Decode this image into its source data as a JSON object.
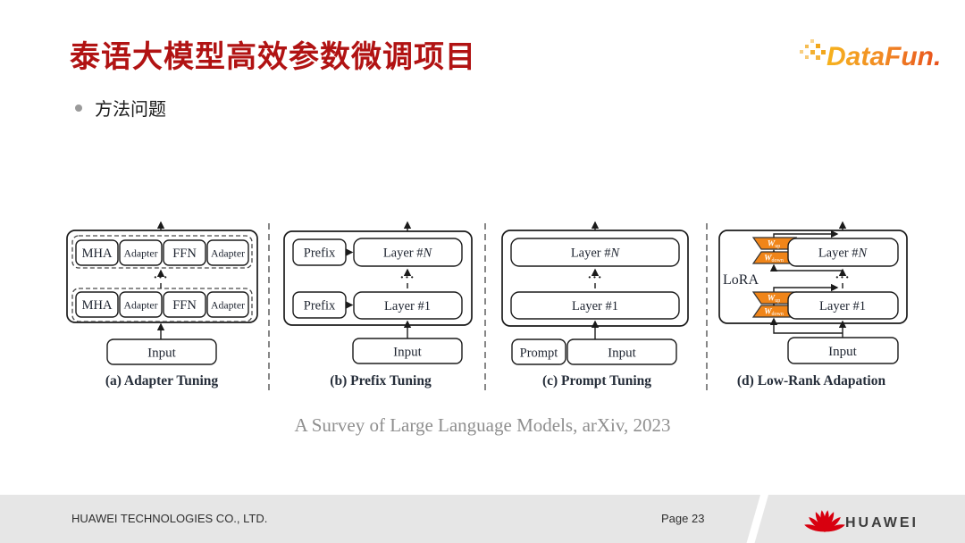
{
  "header": {
    "title": "泰语大模型高效参数微调项目",
    "logo_text": "DataFun."
  },
  "bullet": {
    "text": "方法问题"
  },
  "figure": {
    "labels": {
      "mha": "MHA",
      "adapter": "Adapter",
      "ffn": "FFN",
      "prefix": "Prefix",
      "prompt": "Prompt",
      "input": "Input",
      "layer_prefix": "Layer #",
      "layer_n": "N",
      "layer_1": "Layer #1",
      "lora": "LoRA",
      "w": "W",
      "w_up_sub": "up",
      "w_down_sub": "down",
      "dots": "···"
    },
    "captions": [
      "(a) Adapter Tuning",
      "(b) Prefix Tuning",
      "(c) Prompt Tuning",
      "(d) Low-Rank Adapation"
    ],
    "source": "A Survey of Large Language Models, arXiv, 2023"
  },
  "footer": {
    "company": "HUAWEI TECHNOLOGIES CO., LTD.",
    "page": "Page 23",
    "brand": "HUAWEI"
  },
  "colors": {
    "title_red": "#B11313",
    "adapter_green": "#D9E8C6",
    "prefix_pink": "#F7ACA4",
    "prompt_yellow": "#F6D77C",
    "lora_orange": "#F08519",
    "huawei_red": "#D8000F",
    "datafun_gradient_start": "#F6B31E",
    "datafun_gradient_end": "#E84E1B",
    "footer_gray": "#E6E6E6"
  }
}
